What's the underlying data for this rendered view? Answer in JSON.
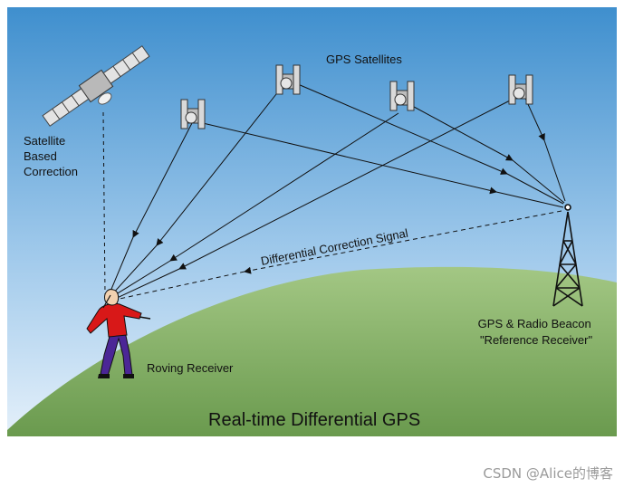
{
  "diagram": {
    "title": "Real-time Differential GPS",
    "satellites_label": "GPS Satellites",
    "satellite_correction_label": [
      "Satellite",
      "Based",
      "Correction"
    ],
    "signal_label": "Differential Correction Signal",
    "beacon_label": [
      "GPS & Radio Beacon",
      "\"Reference Receiver\""
    ],
    "rover_label": "Roving Receiver"
  },
  "watermark": "CSDN @Alice的博客",
  "colors": {
    "sky_top": "#3f8fce",
    "sky_bottom": "#e4f0fa",
    "ground_top": "#a3c784",
    "ground_bottom": "#6a9a4e",
    "person_shirt": "#d81818",
    "person_pants": "#4b2696"
  }
}
